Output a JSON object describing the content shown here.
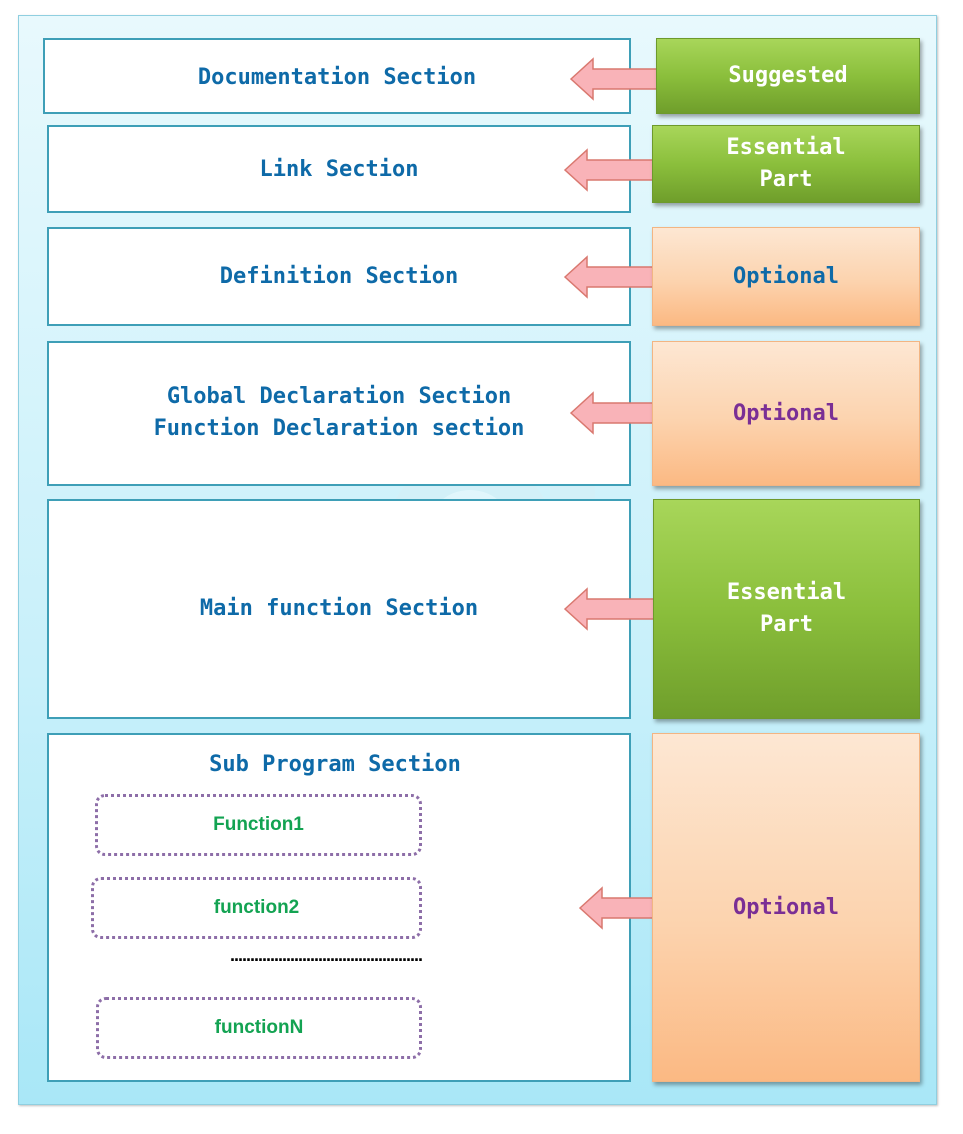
{
  "sections": [
    {
      "id": "documentation",
      "label": "Documentation Section",
      "tag": "Suggested"
    },
    {
      "id": "link",
      "label": "Link Section",
      "tag": "Essential\nPart"
    },
    {
      "id": "definition",
      "label": "Definition Section",
      "tag": "Optional"
    },
    {
      "id": "global",
      "label_line1": "Global Declaration Section",
      "label_line2": "Function Declaration section",
      "tag": "Optional"
    },
    {
      "id": "main",
      "label": "Main function Section",
      "tag": "Essential\nPart"
    },
    {
      "id": "subprogram",
      "label": "Sub Program Section",
      "tag": "Optional"
    }
  ],
  "tags": {
    "suggested": "Suggested",
    "essential_line1": "Essential",
    "essential_line2": "Part",
    "optional": "Optional"
  },
  "subprogram": {
    "functions": [
      "Function1",
      "function2",
      "functionN"
    ],
    "ellipsis": "................................................"
  },
  "colors": {
    "section_text": "#0e6aa8",
    "section_border": "#3e9fb7",
    "green_tag": "#8bbf3c",
    "peach_tag": "#fcd3ae",
    "optional_blue": "#0e6aa8",
    "optional_purple": "#7a2f95",
    "function_text": "#13a352",
    "arrow_fill": "#f9b3b8"
  }
}
